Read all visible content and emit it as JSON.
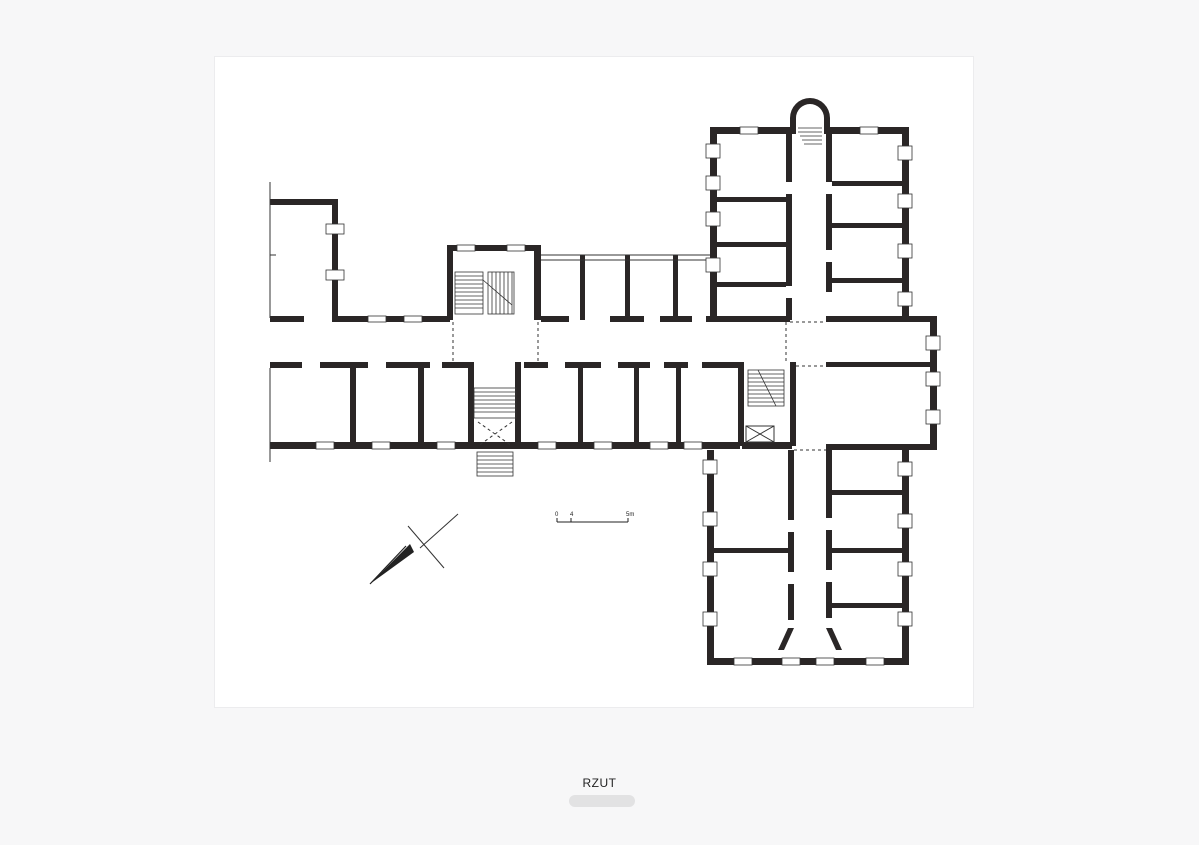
{
  "caption": "RZUT",
  "scale_bar": {
    "tick_start": "0",
    "tick_mid": "4",
    "tick_end": "5m"
  },
  "colors": {
    "wall": "#2a2626",
    "paper": "#ffffff",
    "line": "#333333"
  }
}
